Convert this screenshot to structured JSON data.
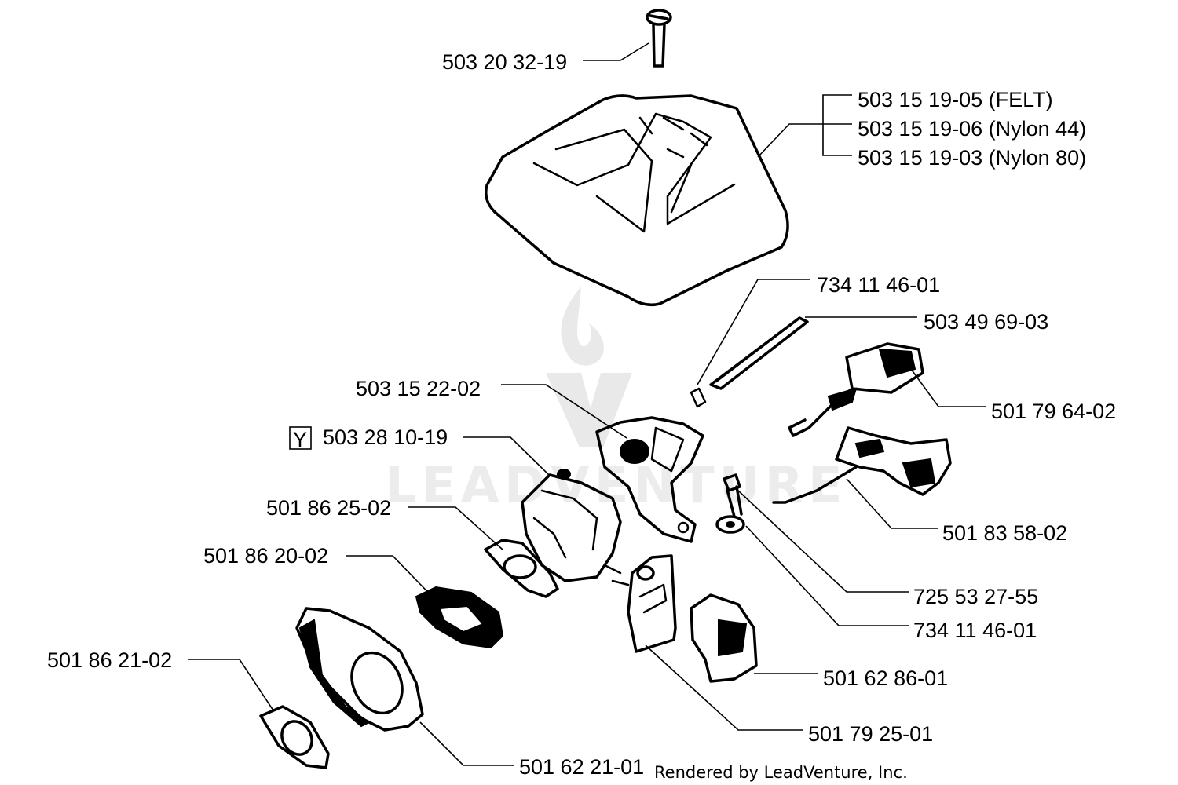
{
  "diagram": {
    "labels": {
      "screw_top": "503 20 32-19",
      "filter_felt": "503 15 19-05 (FELT)",
      "filter_nylon44": "503 15 19-06 (Nylon 44)",
      "filter_nylon80": "503 15 19-03 (Nylon 80)",
      "nut_734_a": "734 11 46-01",
      "rod": "503 49 69-03",
      "boot": "501 79 64-02",
      "adapter": "503 15 22-02",
      "carburetor": "503 28 10-19",
      "carburetor_marker": "Y",
      "gasket_1": "501 86 25-02",
      "insulator": "501 86 20-02",
      "linkage": "501 83 58-02",
      "screw_725": "725 53 27-55",
      "nut_734_b": "734 11 46-01",
      "block": "501 62 86-01",
      "plate": "501 79 25-01",
      "gasket_2": "501 86 21-02",
      "intake": "501 62 21-01"
    },
    "credit": "Rendered by LeadVenture, Inc.",
    "watermark": "LEADVENTURE"
  },
  "colors": {
    "ink": "#000000",
    "background": "#ffffff",
    "watermark": "#e9e9e9"
  }
}
